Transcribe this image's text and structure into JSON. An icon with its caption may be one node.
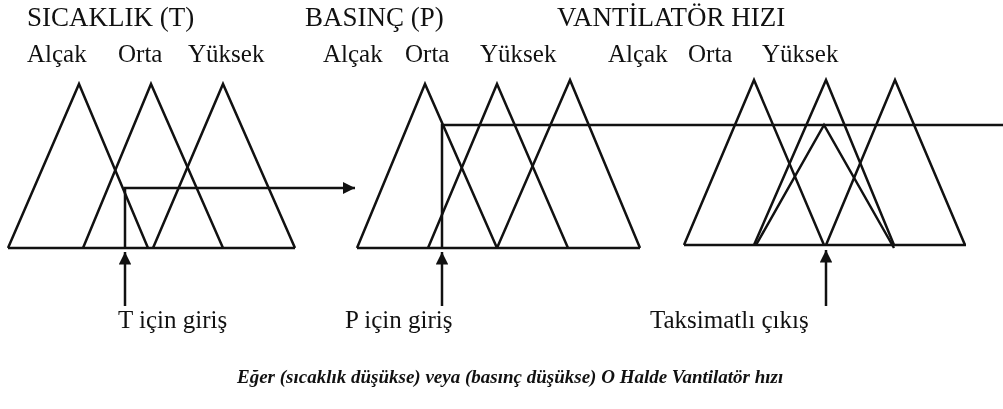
{
  "diagram": {
    "caption": "Eğer (sıcaklık düşükse) veya (basınç düşükse) O Halde Vantilatör hızı",
    "nodes": [
      {
        "text": [],
        "shape": "picture",
        "beside": [
          "SICAKLIK (T)",
          "Alçak",
          "Orta",
          "Yüksek"
        ]
      },
      {
        "text": [],
        "shape": "picture",
        "beside": [
          "BASINÇ (P)",
          "Alçak",
          "Orta",
          "Yüksek"
        ]
      },
      {
        "text": [],
        "shape": "picture",
        "beside": [
          "VANTİLATÖR HIZI",
          "Alçak",
          "Orta",
          "Yüksek"
        ]
      },
      {
        "text": [
          "T için giriş"
        ]
      },
      {
        "text": [
          "P için giriş"
        ]
      },
      {
        "text": [
          "Taksimatlı çıkış"
        ]
      }
    ],
    "edges": [
      {
        "from": 0,
        "to": 1,
        "arrow": "to"
      },
      {
        "from": 1,
        "to": 2,
        "arrow": "none"
      },
      {
        "from": 3,
        "to": 0,
        "arrow": "to"
      },
      {
        "from": 4,
        "to": 1,
        "arrow": "to"
      },
      {
        "from": 5,
        "to": 2,
        "arrow": "to"
      }
    ]
  }
}
